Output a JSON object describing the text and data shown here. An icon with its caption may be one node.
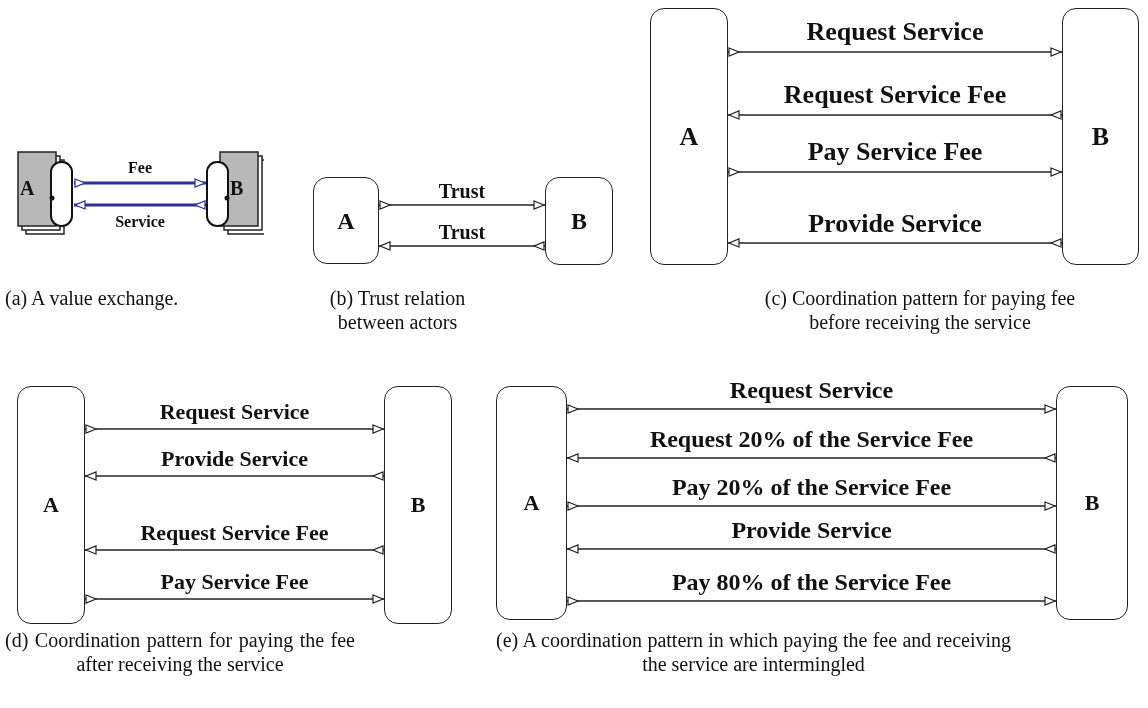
{
  "diagram": {
    "nodes": [
      {
        "text": [
          "A"
        ]
      },
      {
        "text": [
          "B"
        ]
      },
      {
        "text": [
          "A"
        ]
      },
      {
        "text": [
          "B"
        ]
      },
      {
        "text": [
          "A"
        ]
      },
      {
        "text": [
          "B"
        ]
      },
      {
        "text": [
          "A"
        ]
      },
      {
        "text": [
          "B"
        ]
      },
      {
        "text": [
          "A"
        ]
      },
      {
        "text": [
          "B"
        ]
      }
    ],
    "edges": [
      {
        "from": 0,
        "to": 1,
        "arrow": "to",
        "label": "Fee",
        "color": "#2e2e9a"
      },
      {
        "from": 1,
        "to": 0,
        "arrow": "to",
        "label": "Service",
        "color": "#2e2e9a"
      },
      {
        "from": 2,
        "to": 3,
        "arrow": "to",
        "label": "Trust"
      },
      {
        "from": 3,
        "to": 2,
        "arrow": "to",
        "label": "Trust"
      },
      {
        "from": 4,
        "to": 5,
        "arrow": "to",
        "label": "Request Service"
      },
      {
        "from": 5,
        "to": 4,
        "arrow": "to",
        "label": "Request Service Fee"
      },
      {
        "from": 4,
        "to": 5,
        "arrow": "to",
        "label": "Pay Service Fee"
      },
      {
        "from": 5,
        "to": 4,
        "arrow": "to",
        "label": "Provide Service"
      },
      {
        "from": 6,
        "to": 7,
        "arrow": "to",
        "label": "Request Service"
      },
      {
        "from": 7,
        "to": 6,
        "arrow": "to",
        "label": "Provide Service"
      },
      {
        "from": 7,
        "to": 6,
        "arrow": "to",
        "label": "Request Service Fee"
      },
      {
        "from": 6,
        "to": 7,
        "arrow": "to",
        "label": "Pay Service Fee"
      },
      {
        "from": 8,
        "to": 9,
        "arrow": "to",
        "label": "Request Service"
      },
      {
        "from": 9,
        "to": 8,
        "arrow": "to",
        "label": "Request 20% of the Service Fee"
      },
      {
        "from": 8,
        "to": 9,
        "arrow": "to",
        "label": "Pay 20% of the Service Fee"
      },
      {
        "from": 9,
        "to": 8,
        "arrow": "to",
        "label": "Provide Service"
      },
      {
        "from": 8,
        "to": 9,
        "arrow": "to",
        "label": "Pay 80% of the Service Fee"
      }
    ],
    "labels": [
      "(a) A value exchange.",
      "(b) Trust relation between actors",
      "(c) Coordination pattern for paying fee before receiving the service",
      "(d) Coordination pattern for paying the fee after receiving the service",
      "(e) A coordination pattern in which paying the fee and receiving the service are intermingled"
    ]
  }
}
